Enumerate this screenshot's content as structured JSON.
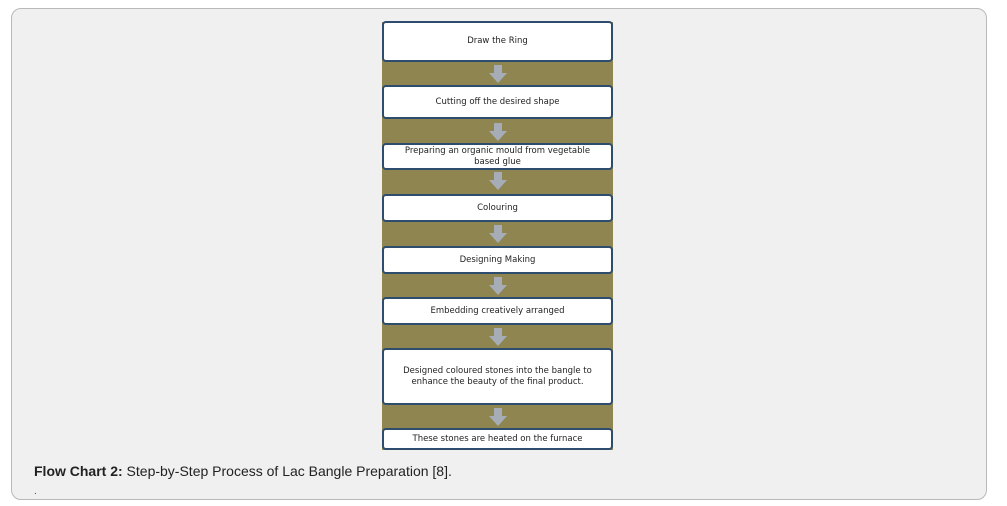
{
  "flowchart": {
    "steps": [
      "Draw the Ring",
      "Cutting off the desired shape",
      "Preparing an organic mould from vegetable based glue",
      "Colouring",
      "Designing Making",
      "Embedding creatively arranged",
      "Designed coloured stones into the bangle to enhance the beauty of the final product.",
      "These stones are heated on the furnace"
    ]
  },
  "caption": {
    "label": "Flow Chart 2:",
    "text": " Step-by-Step Process of Lac Bangle Preparation [8].",
    "footnote_mark": "."
  },
  "colors": {
    "band": "#8f8551",
    "box_border": "#2d4c6e",
    "arrow": "#a7adb7"
  }
}
